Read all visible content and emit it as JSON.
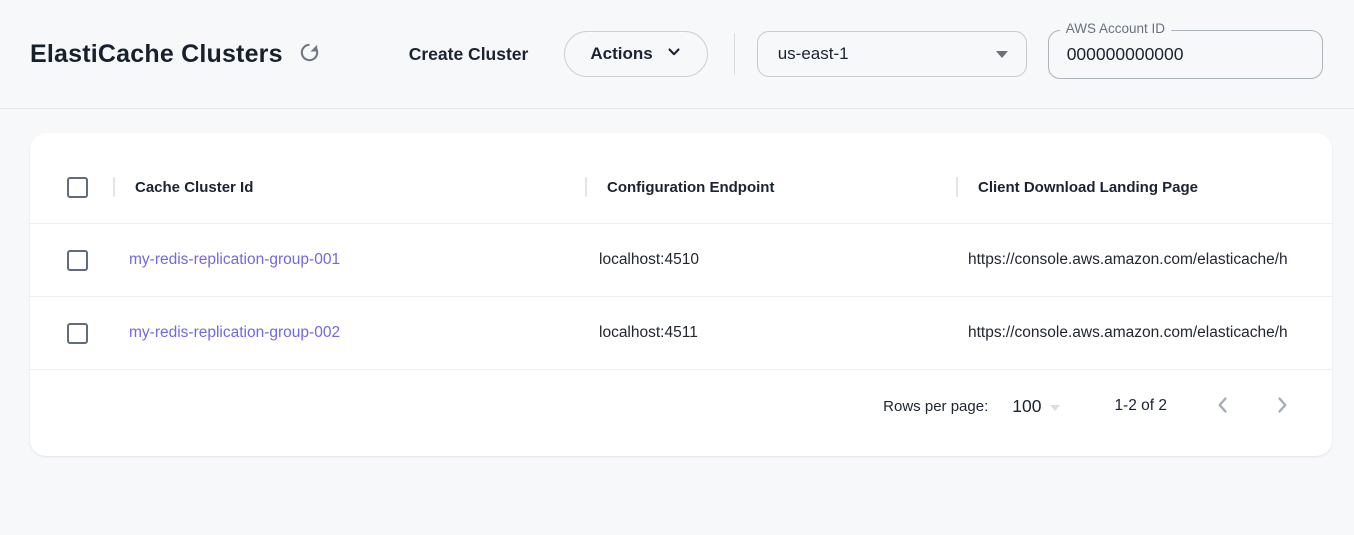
{
  "header": {
    "title": "ElastiCache Clusters",
    "create_cluster_label": "Create Cluster",
    "actions_label": "Actions",
    "region_select": {
      "value": "us-east-1"
    },
    "aws_account_field": {
      "label": "AWS Account ID",
      "value": "000000000000"
    }
  },
  "table": {
    "columns": [
      "Cache Cluster Id",
      "Configuration Endpoint",
      "Client Download Landing Page"
    ],
    "rows": [
      {
        "id": "my-redis-replication-group-001",
        "endpoint": "localhost:4510",
        "landing_page": "https://console.aws.amazon.com/elasticache/h"
      },
      {
        "id": "my-redis-replication-group-002",
        "endpoint": "localhost:4511",
        "landing_page": "https://console.aws.amazon.com/elasticache/h"
      }
    ],
    "pagination": {
      "rows_per_page_label": "Rows per page:",
      "rows_per_page_value": "100",
      "range": "1-2 of 2"
    }
  },
  "colors": {
    "link": "#7468dd",
    "title": "#18202c",
    "icon_gray": "#6f7781",
    "pager_chevron": "#a6adb5",
    "page_background": "#f7f8fa"
  },
  "icons": {
    "refresh": "circular clockwise arrow",
    "chevron_down": "v",
    "caret_down": "▾",
    "chevron_left": "‹",
    "chevron_right": "›"
  }
}
